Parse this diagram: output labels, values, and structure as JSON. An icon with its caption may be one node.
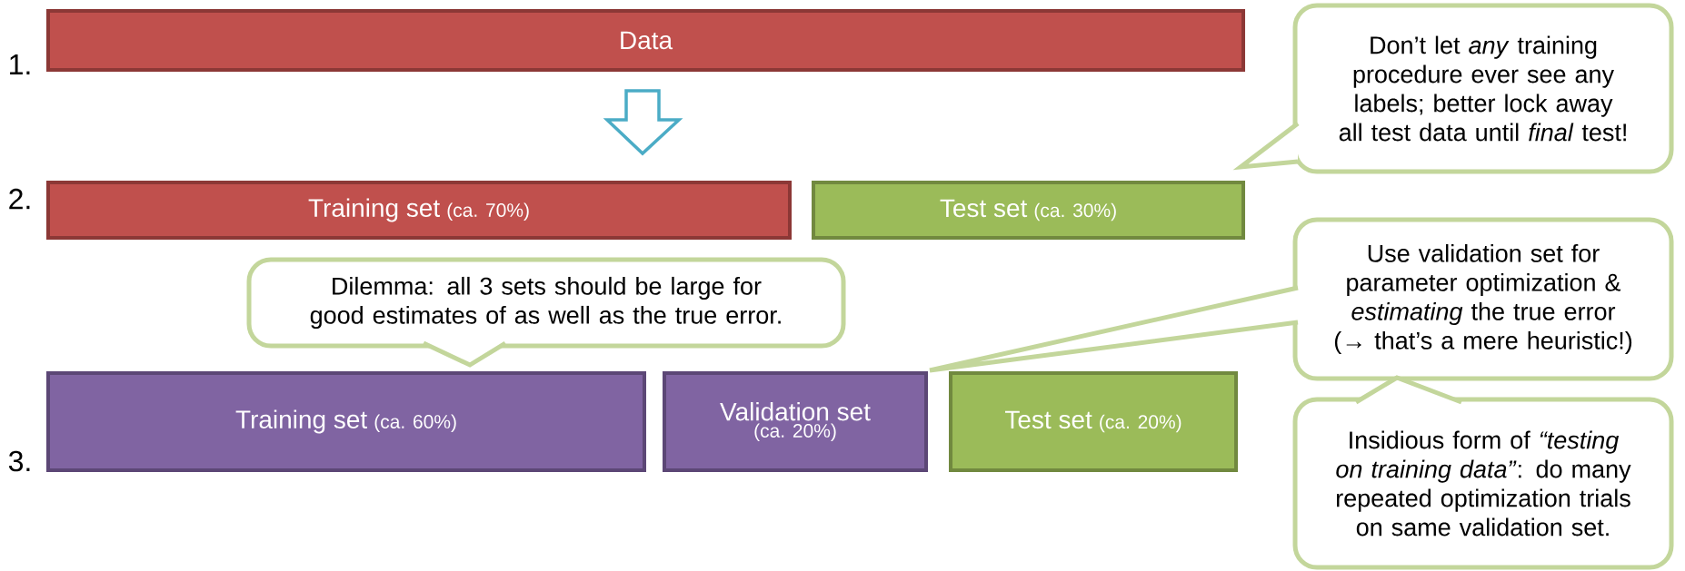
{
  "diagram": {
    "nodes": [
      {
        "text": [
          "Data"
        ]
      },
      {
        "text": [
          "Training set",
          "(ca. 70%)"
        ]
      },
      {
        "text": [
          "Test set",
          "(ca. 30%)"
        ]
      },
      {
        "text": [
          "Don’t let *any* training procedure ever see any labels; better lock away all test data until *final* test!"
        ]
      },
      {
        "text": [
          "Dilemma: all 3 sets should be large for good estimates of as well as the true error."
        ]
      },
      {
        "text": [
          "Use validation set for parameter optimization & *estimating* the true error (→ that’s a mere heuristic!)"
        ]
      },
      {
        "text": [
          "Training set",
          "(ca. 60%)"
        ]
      },
      {
        "text": [
          "Validation set",
          "(ca. 20%)"
        ]
      },
      {
        "text": [
          "Test set",
          "(ca. 20%)"
        ]
      },
      {
        "text": [
          "Insidious form of *“testing on training data”*: do many repeated optimization trials on same validation set."
        ]
      }
    ],
    "edges": [
      {
        "from": 0,
        "to": 1,
        "arrow": "to",
        "color": "#4bacc6"
      }
    ],
    "labels": [
      "1.",
      "2.",
      "3."
    ]
  }
}
